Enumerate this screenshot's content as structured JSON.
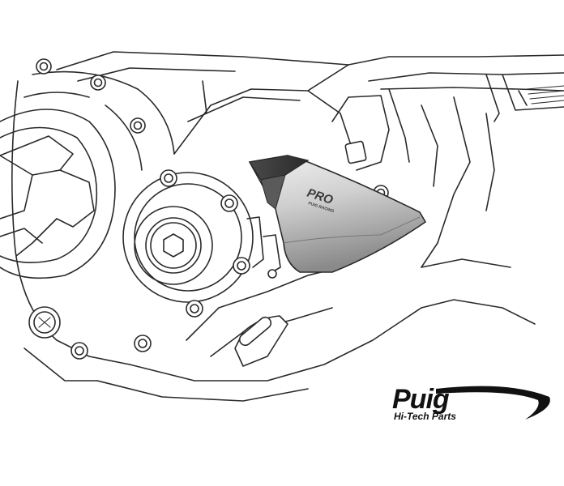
{
  "image": {
    "subject": "engine-frame-slider-line-drawing",
    "colors": {
      "line": "#2a2a2a",
      "background": "#ffffff",
      "slider_dark": "#3a3a3a",
      "slider_light": "#d8d8d8"
    }
  },
  "slider": {
    "badge_text": "PRO",
    "badge_subtext": "PUIG RACING"
  },
  "logo": {
    "word": "Puig",
    "tagline": "Hi-Tech Parts"
  }
}
